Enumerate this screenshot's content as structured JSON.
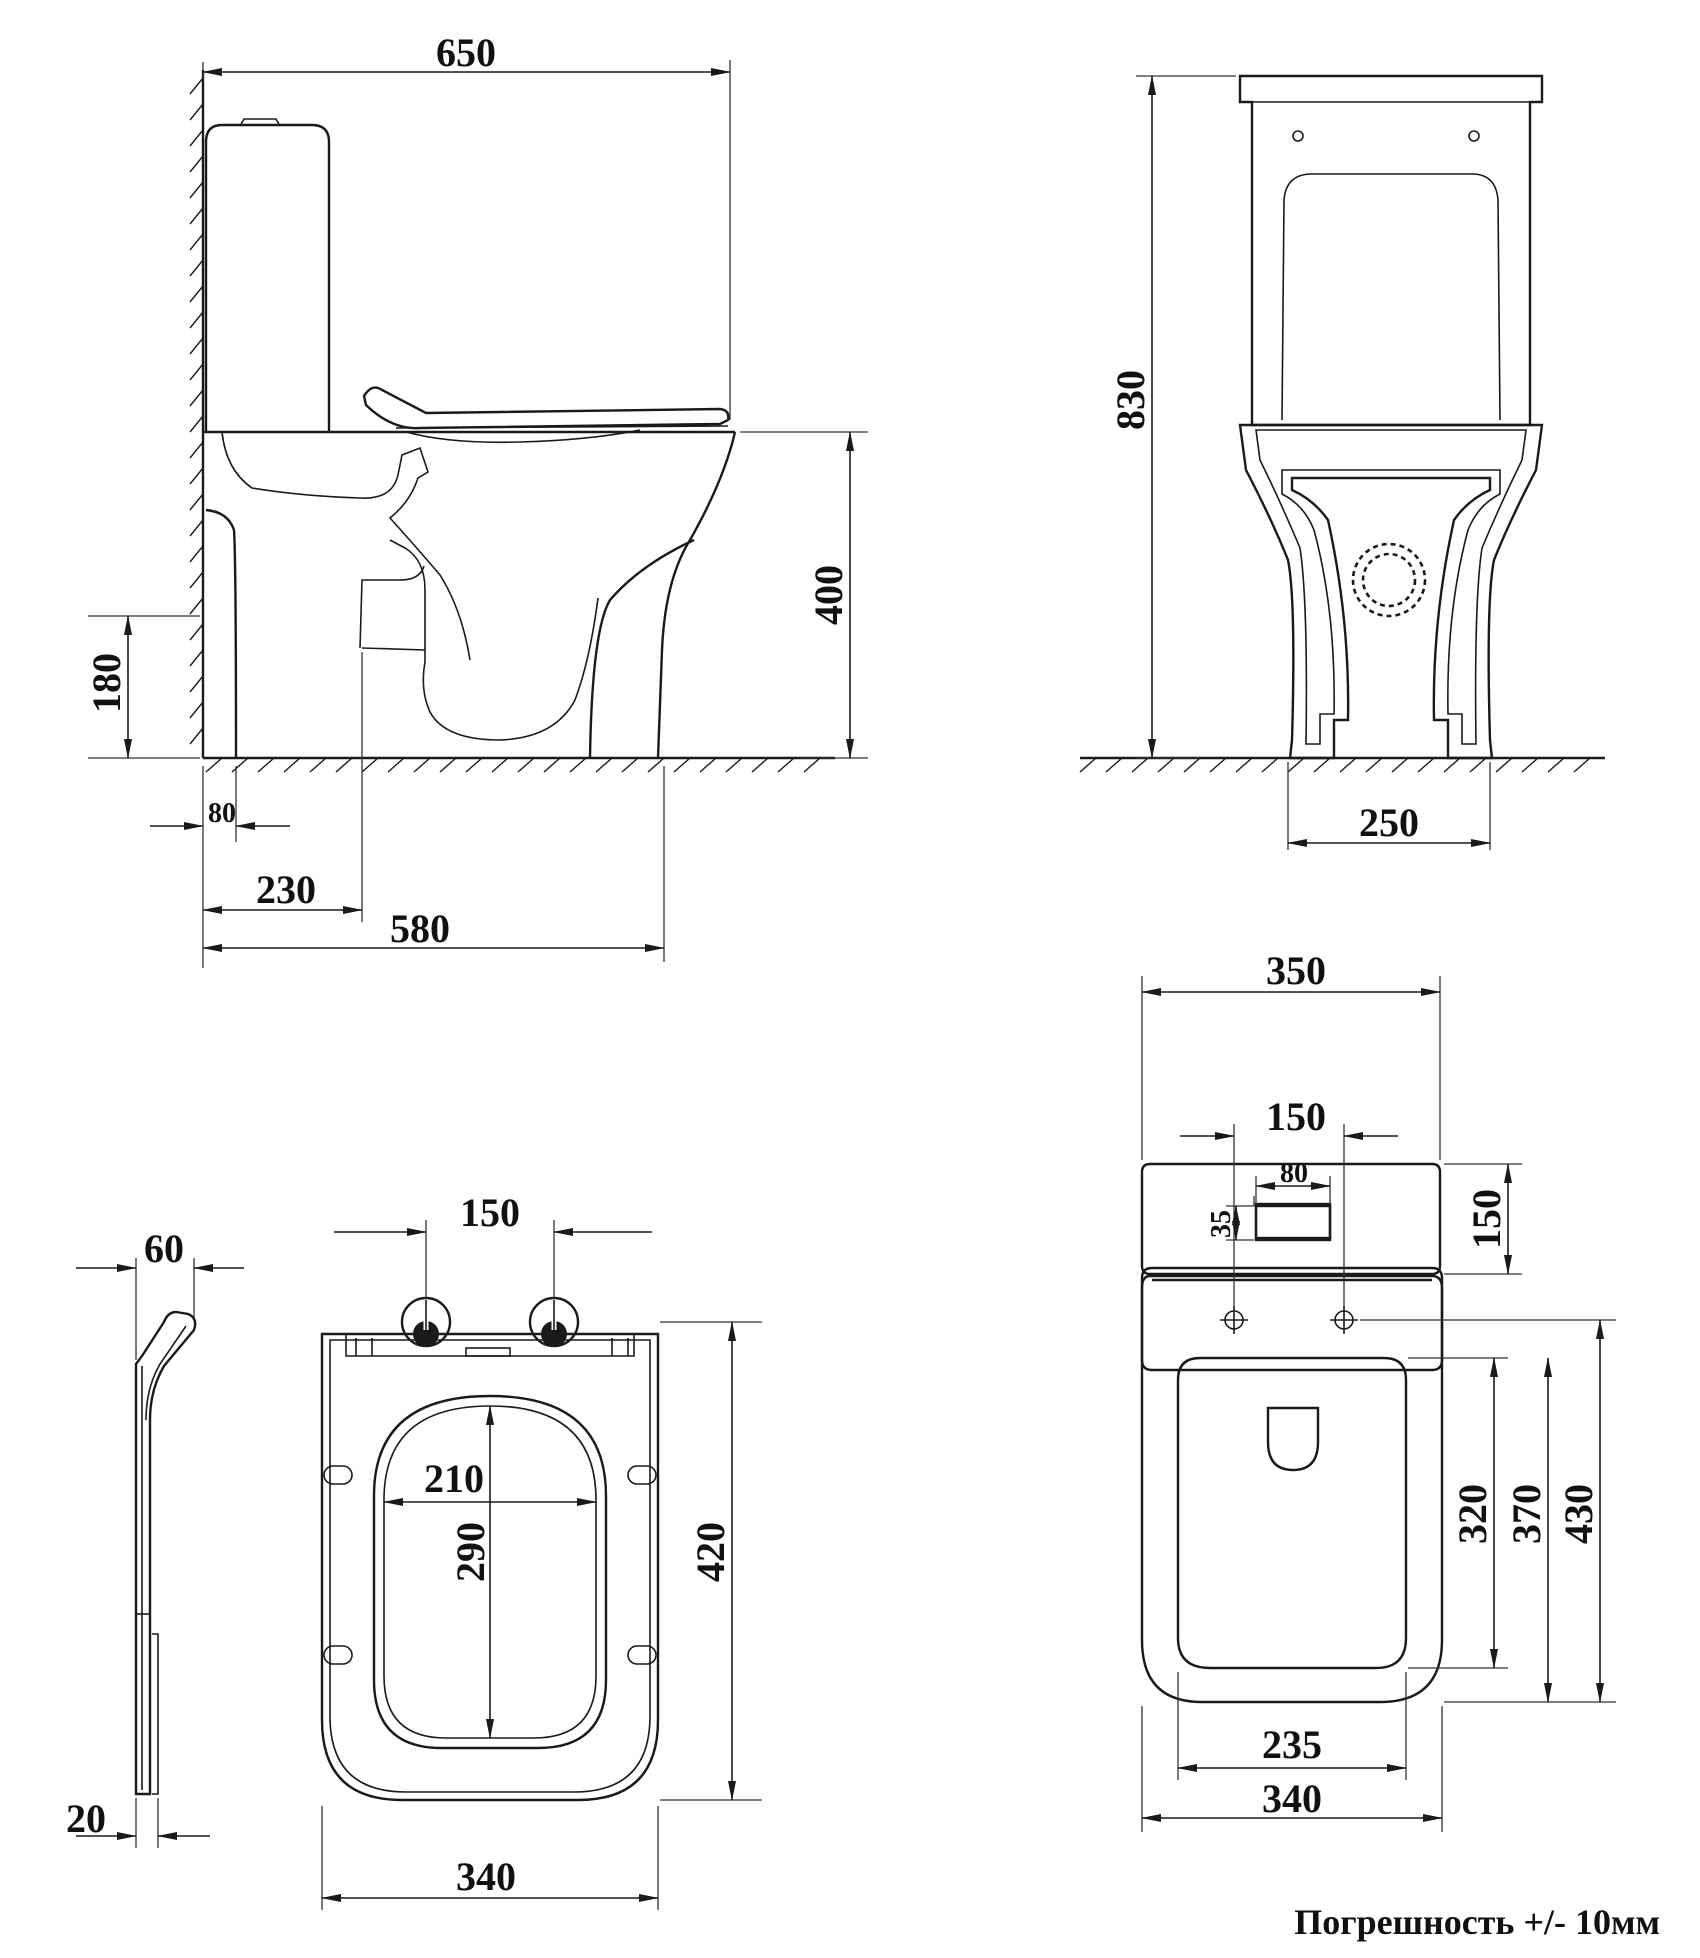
{
  "side_view": {
    "width_total": "650",
    "height_seat": "400",
    "height_outlet": "180",
    "wall_offset": "80",
    "outlet_offset": "230",
    "depth": "580"
  },
  "front_view": {
    "height_total": "830",
    "foot_width": "250"
  },
  "seat_side_view": {
    "thickness_top": "60",
    "thickness_bottom": "20"
  },
  "seat_top_view": {
    "hinge_spacing": "150",
    "opening_width": "210",
    "opening_length": "290",
    "seat_length": "420",
    "seat_width": "340"
  },
  "top_view": {
    "tank_width": "350",
    "hole_spacing": "150",
    "button_width": "80",
    "button_height": "35",
    "tank_depth": "150",
    "bowl_inner_length": "320",
    "bowl_length_mid": "370",
    "bowl_length": "430",
    "bowl_inner_width": "235",
    "bowl_width": "340"
  },
  "tolerance_note": "Погрешность +/- 10мм"
}
